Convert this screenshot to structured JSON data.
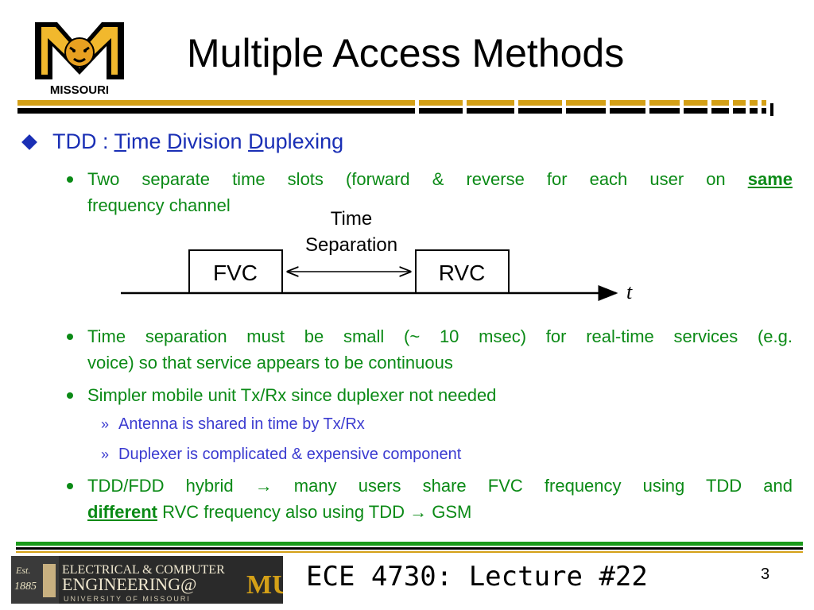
{
  "slide": {
    "title": "Multiple Access Methods",
    "logo_text": "MISSOURI",
    "level1": {
      "prefix": "TDD : ",
      "w1_first": "T",
      "w1_rest": "ime ",
      "w2_first": "D",
      "w2_rest": "ivision ",
      "w3_first": "D",
      "w3_rest": "uplexing"
    },
    "bullets": [
      {
        "line1_pre": "Two separate time slots (forward & reverse for each user on ",
        "line1_bold": "same",
        "line2": "frequency channel"
      },
      {
        "line1": "Time separation must be small (~ 10 msec) for real-time services (e.g.",
        "line2": "voice) so that service appears to be continuous"
      },
      {
        "line1": "Simpler mobile unit Tx/Rx since duplexer not needed"
      },
      {
        "line1": "TDD/FDD hybrid → many users share FVC frequency using TDD and",
        "line2_bold": "different",
        "line2_rest": " RVC frequency also using TDD → GSM"
      }
    ],
    "sub_bullets": [
      "Antenna is shared in time by Tx/Rx",
      "Duplexer is complicated & expensive component"
    ],
    "sub_marker": "»",
    "diagram": {
      "label_line1": "Time",
      "label_line2": "Separation",
      "box_left": "FVC",
      "box_right": "RVC",
      "axis_label": "t"
    },
    "footer": {
      "lecture": "ECE 4730:  Lecture #22",
      "page": "3",
      "logo_line1": "ELECTRICAL & COMPUTER",
      "logo_line2": "ENGINEERING@",
      "logo_line3": "UNIVERSITY OF MISSOURI",
      "logo_est": "Est. 1885",
      "logo_mu": "MU"
    },
    "colors": {
      "level1": "#1a2fb5",
      "level2": "#0b8a16",
      "level3": "#3b3bd0",
      "gold": "#d4a017",
      "green_rule": "#1a9a1a"
    }
  }
}
